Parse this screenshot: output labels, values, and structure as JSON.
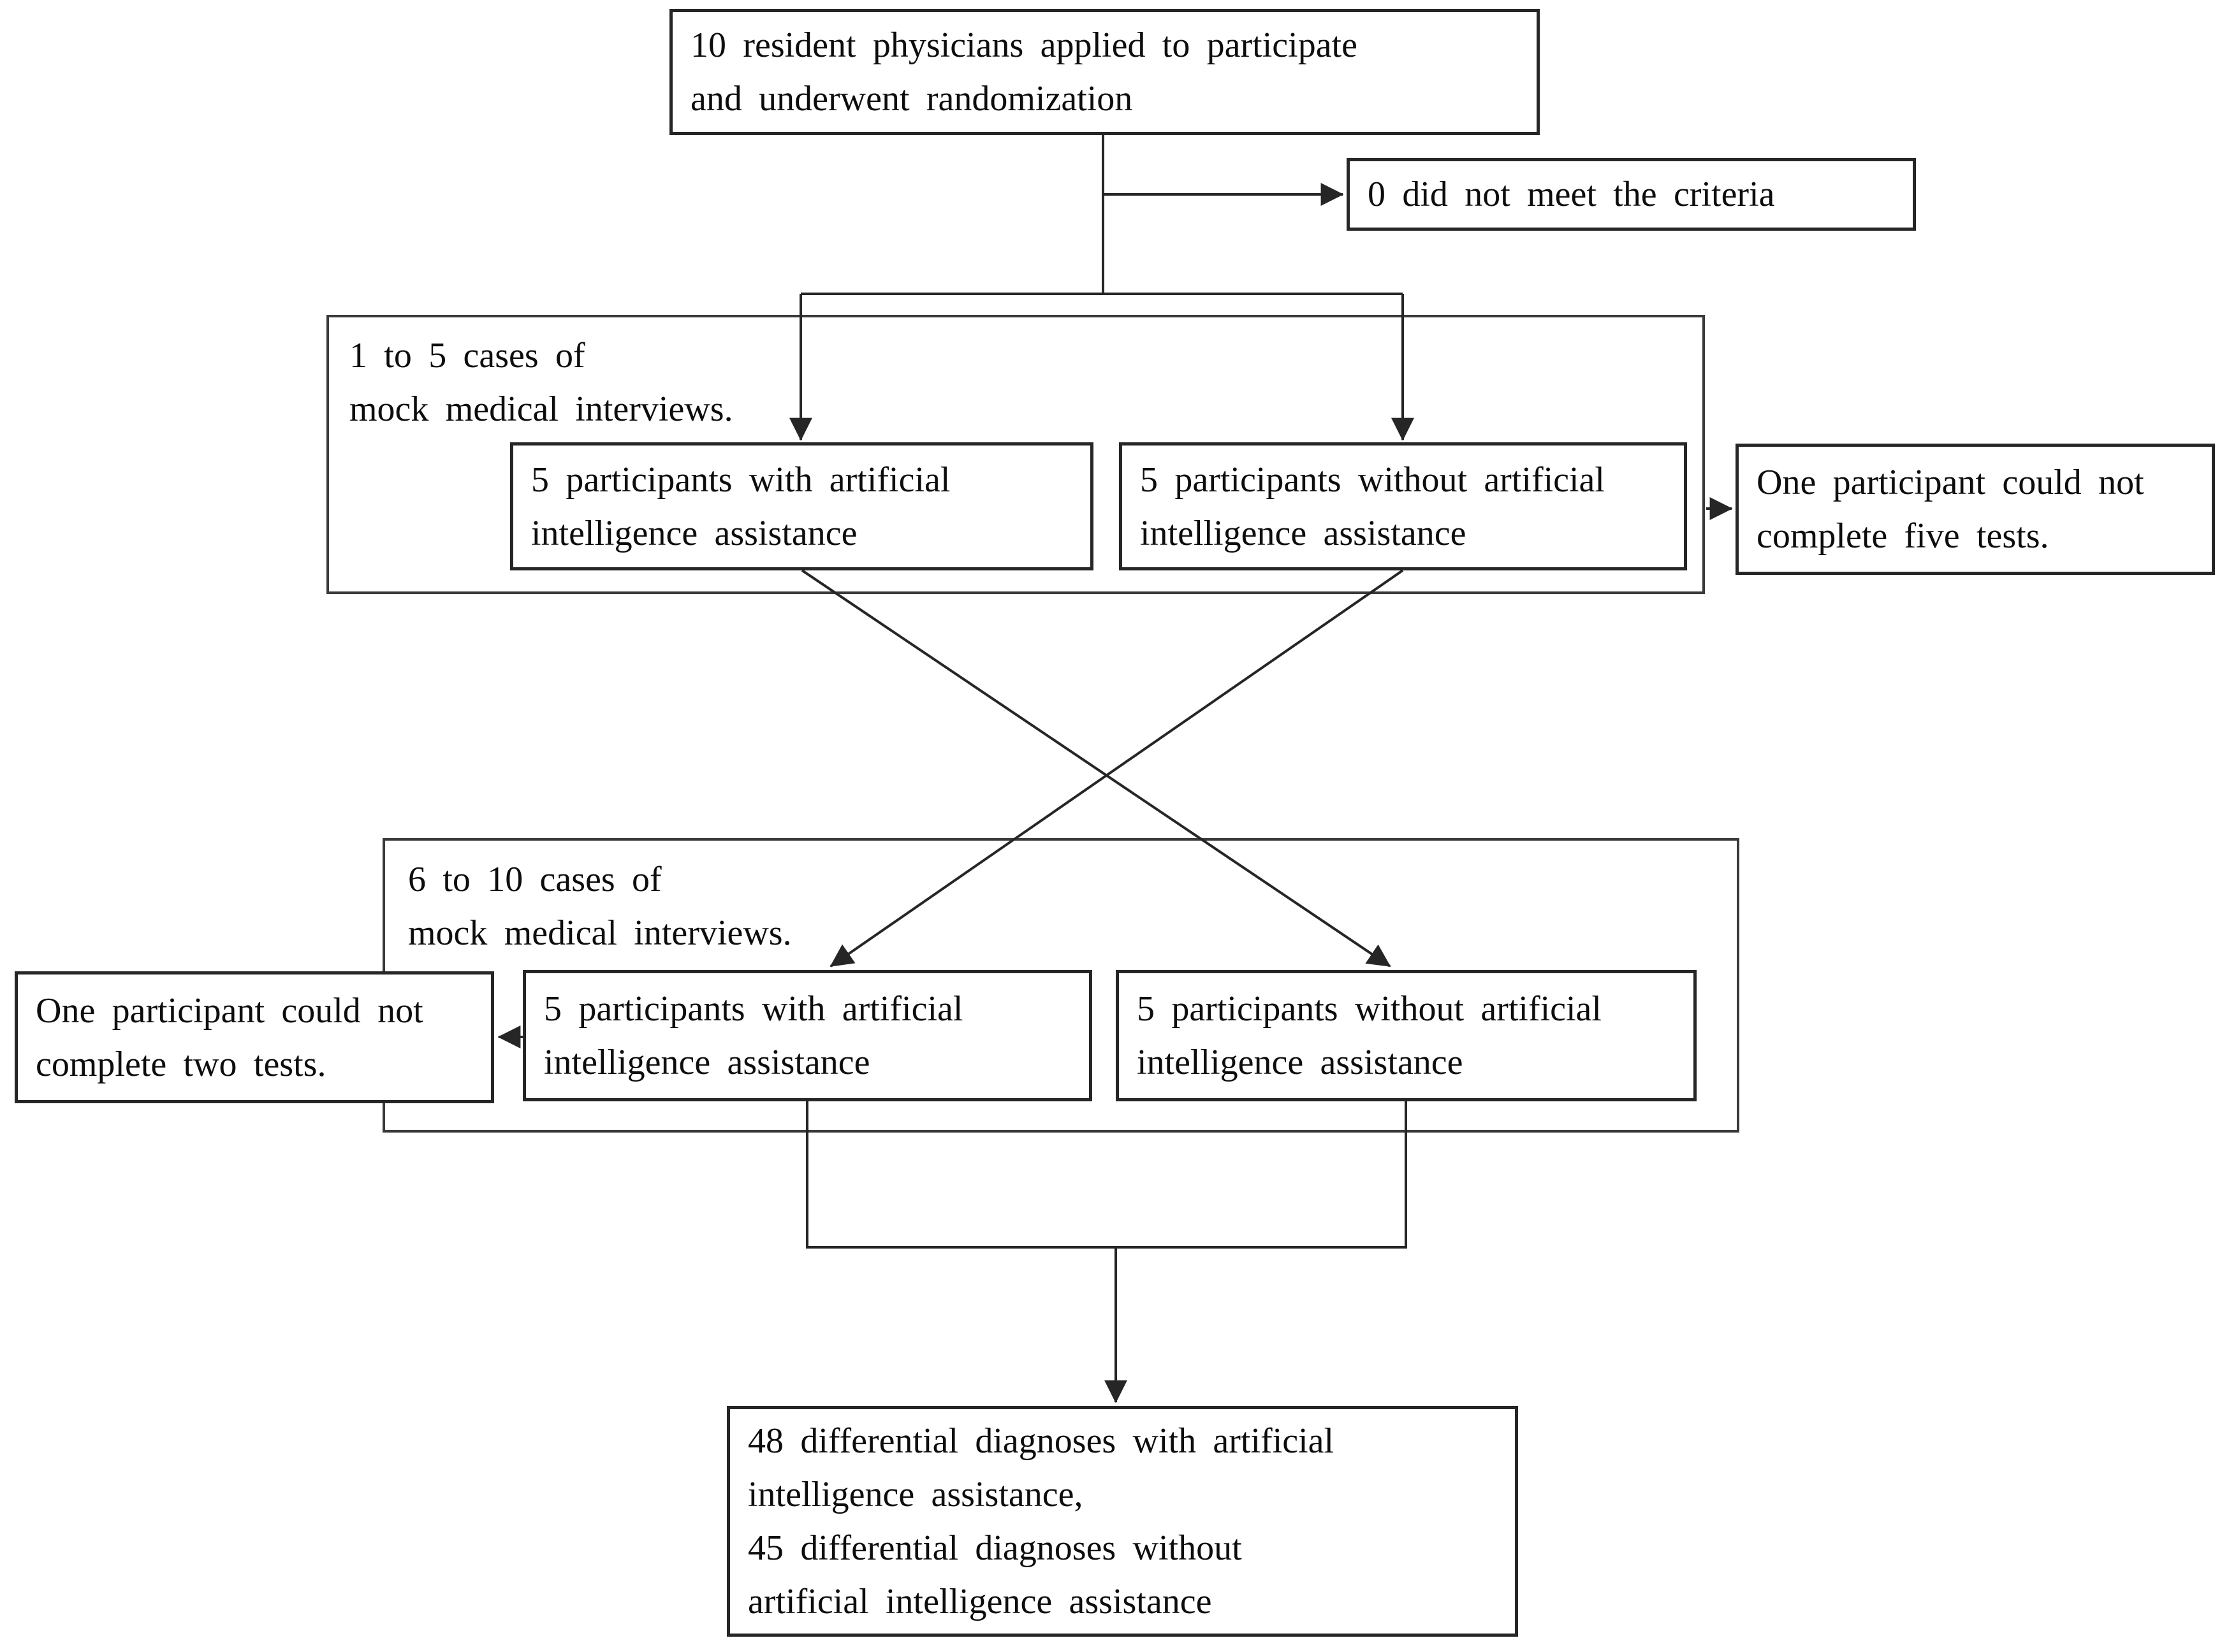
{
  "colors": {
    "background": "#ffffff",
    "line": "#262626",
    "text": "#0d0d0d"
  },
  "nodes": {
    "enrollment": "10 resident physicians applied to participate\nand underwent randomization",
    "excluded": "0 did not meet the criteria",
    "phase1": {
      "label": "1 to 5 cases of\nmock medical interviews.",
      "with_ai": "5 participants with artificial\nintelligence assistance",
      "without_ai": "5 participants without artificial\nintelligence assistance",
      "dropout": "One participant could not\ncomplete five tests."
    },
    "phase2": {
      "label": "6 to 10 cases of\nmock medical interviews.",
      "with_ai": "5 participants with artificial\nintelligence assistance",
      "without_ai": "5 participants without artificial\nintelligence assistance",
      "dropout": "One participant could not\ncomplete two tests."
    },
    "outcome": "48 differential diagnoses with artificial\nintelligence assistance,\n45 differential diagnoses without\nartificial intelligence assistance"
  }
}
